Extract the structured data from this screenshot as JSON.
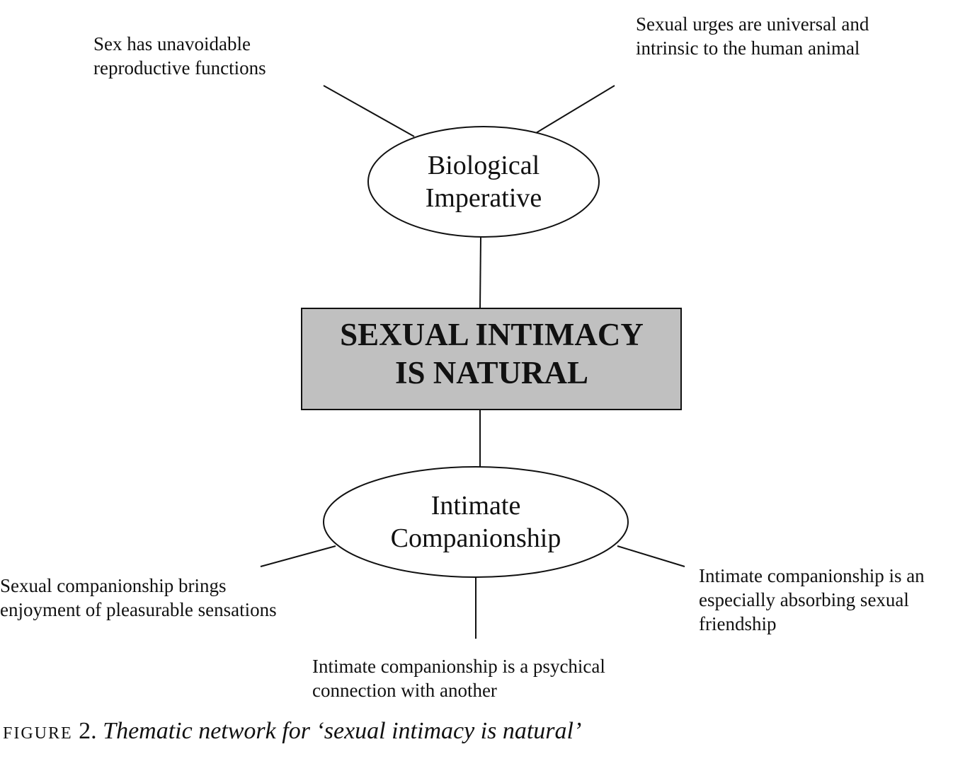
{
  "diagram": {
    "global_theme": {
      "lines": [
        "SEXUAL INTIMACY",
        "IS NATURAL"
      ]
    },
    "organizing_themes": [
      {
        "id": "biological-imperative",
        "lines": [
          "Biological",
          "Imperative"
        ],
        "basic_themes": [
          {
            "lines": [
              "Sex has unavoidable",
              "reproductive functions"
            ]
          },
          {
            "lines": [
              "Sexual urges are universal and",
              "intrinsic to the human animal"
            ]
          }
        ]
      },
      {
        "id": "intimate-companionship",
        "lines": [
          "Intimate",
          "Companionship"
        ],
        "basic_themes": [
          {
            "lines": [
              "Sexual companionship brings",
              "enjoyment of pleasurable sensations"
            ]
          },
          {
            "lines": [
              "Intimate companionship is a psychical",
              "connection with another"
            ]
          },
          {
            "lines": [
              "Intimate companionship is an",
              "especially absorbing sexual",
              "friendship"
            ]
          }
        ]
      }
    ]
  },
  "caption": {
    "label": "FIGURE",
    "number": "2.",
    "title": "Thematic network for ‘sexual intimacy is natural’"
  },
  "colors": {
    "global_fill": "#c0c0c0",
    "stroke": "#111111",
    "node_fill": "#ffffff"
  }
}
